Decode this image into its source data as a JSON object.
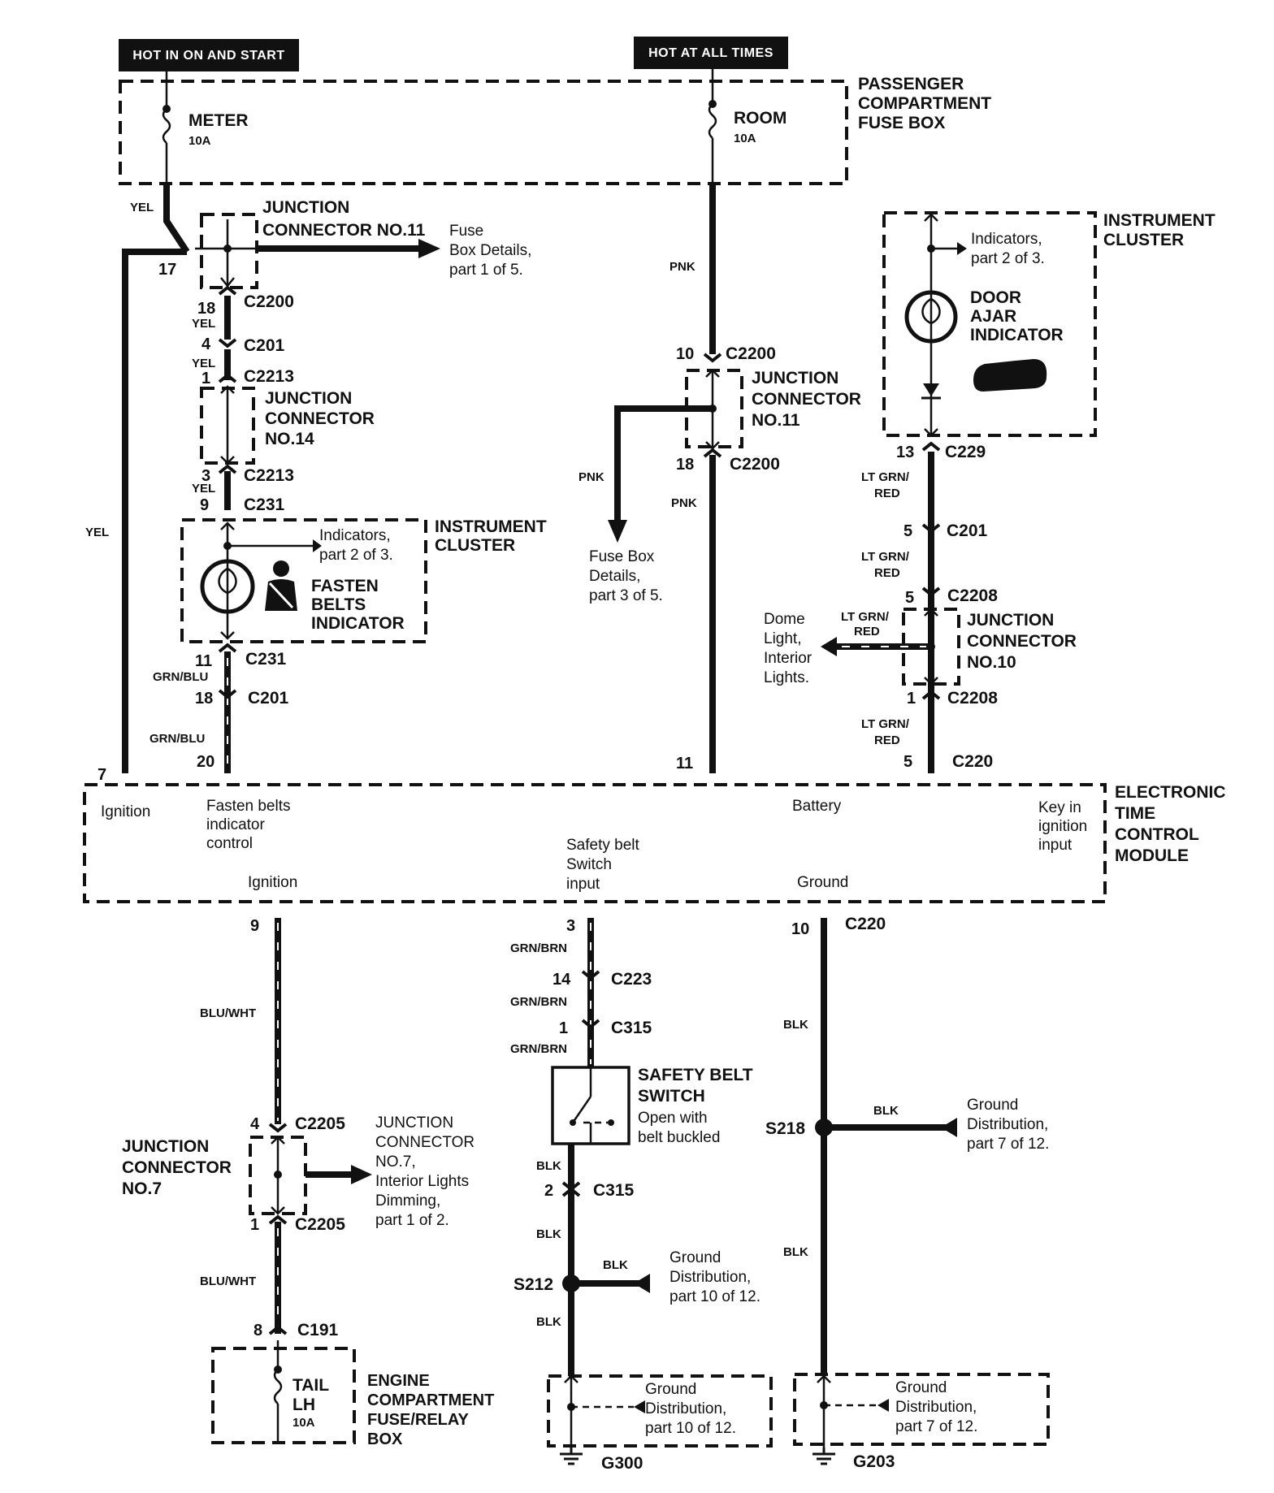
{
  "headers": {
    "hot_ign": "HOT IN ON AND START",
    "hot_all": "HOT AT ALL TIMES"
  },
  "boxes": {
    "passenger_fuse": [
      "PASSENGER",
      "COMPARTMENT",
      "FUSE BOX"
    ],
    "ic_top": [
      "INSTRUMENT",
      "CLUSTER"
    ],
    "ic_left": [
      "INSTRUMENT",
      "CLUSTER"
    ],
    "etc": [
      "ELECTRONIC",
      "TIME",
      "CONTROL",
      "MODULE"
    ],
    "jc11_left": "JUNCTION",
    "jc11_left2": "CONNECTOR NO.11",
    "jc14": [
      "JUNCTION",
      "CONNECTOR",
      "NO.14"
    ],
    "jc11_right": [
      "JUNCTION",
      "CONNECTOR",
      "NO.11"
    ],
    "jc10": [
      "JUNCTION",
      "CONNECTOR",
      "NO.10"
    ],
    "jc7": [
      "JUNCTION",
      "CONNECTOR",
      "NO.7"
    ],
    "engine_fuse": [
      "ENGINE",
      "COMPARTMENT",
      "FUSE/RELAY",
      "BOX"
    ]
  },
  "fuses": {
    "meter": "METER",
    "meter_rating": "10A",
    "room": "ROOM",
    "room_rating": "10A",
    "tail": [
      "TAIL",
      "LH"
    ],
    "tail_rating": "10A"
  },
  "components": {
    "door_ajar": [
      "DOOR",
      "AJAR",
      "INDICATOR"
    ],
    "fasten_belts": [
      "FASTEN",
      "BELTS",
      "INDICATOR"
    ],
    "safety_switch": [
      "SAFETY BELT",
      "SWITCH"
    ],
    "safety_switch_note": [
      "Open with",
      "belt buckled"
    ]
  },
  "refs": {
    "fuse_box_p1": [
      "Fuse",
      "Box Details,",
      "part 1 of 5."
    ],
    "indicators_top": [
      "Indicators,",
      "part 2 of 3."
    ],
    "indicators_left": [
      "Indicators,",
      "part 2 of 3."
    ],
    "fuse_box_p3": [
      "Fuse Box",
      "Details,",
      "part 3 of 5."
    ],
    "dome_light": [
      "Dome",
      "Light,",
      "Interior",
      "Lights."
    ],
    "jc7_ref": [
      "JUNCTION",
      "CONNECTOR",
      "NO.7,",
      "Interior Lights",
      "Dimming,",
      "part 1 of 2."
    ],
    "ground_12_7": [
      "Ground",
      "Distribution,",
      "part 7 of 12."
    ],
    "ground_12_10": [
      "Ground",
      "Distribution,",
      "part 10 of 12."
    ],
    "g300_ref": [
      "Ground",
      "Distribution,",
      "part 10 of 12."
    ],
    "g203_ref": [
      "Ground",
      "Distribution,",
      "part 7 of 12."
    ]
  },
  "module_labels": {
    "ignition_top": "Ignition",
    "fasten_ctrl": [
      "Fasten belts",
      "indicator",
      "control"
    ],
    "battery": "Battery",
    "key_in": [
      "Key in",
      "ignition",
      "input"
    ],
    "safety_input": [
      "Safety belt",
      "Switch",
      "input"
    ],
    "ignition_bot": "Ignition",
    "ground": "Ground"
  },
  "connectors": {
    "c2200": "C2200",
    "c201": "C201",
    "c2213": "C2213",
    "c231": "C231",
    "c229": "C229",
    "c2208": "C2208",
    "c220": "C220",
    "c223": "C223",
    "c315": "C315",
    "c2205": "C2205",
    "c191": "C191",
    "s218": "S218",
    "s212": "S212",
    "g300": "G300",
    "g203": "G203"
  },
  "pins": {
    "p17": "17",
    "p18a": "18",
    "p4": "4",
    "p1a": "1",
    "p3": "3",
    "p9a": "9",
    "p11a": "11",
    "p18b": "18",
    "p20": "20",
    "p7": "7",
    "p10a": "10",
    "p18c": "18",
    "p11b": "11",
    "p13": "13",
    "p5a": "5",
    "p5b": "5",
    "p1b": "1",
    "p5c": "5",
    "p9b": "9",
    "p4b": "4",
    "p1c": "1",
    "p8": "8",
    "p3b": "3",
    "p14": "14",
    "p1d": "1",
    "p2": "2",
    "p10b": "10"
  },
  "wires": {
    "yel": "YEL",
    "pnk": "PNK",
    "ltgrn": "LT GRN/",
    "red": "RED",
    "grnblu": "GRN/BLU",
    "bluwht": "BLU/WHT",
    "grnbrn": "GRN/BRN",
    "blk": "BLK",
    "ltgrn_dome": "LT GRN/",
    "red_dome": "RED"
  }
}
